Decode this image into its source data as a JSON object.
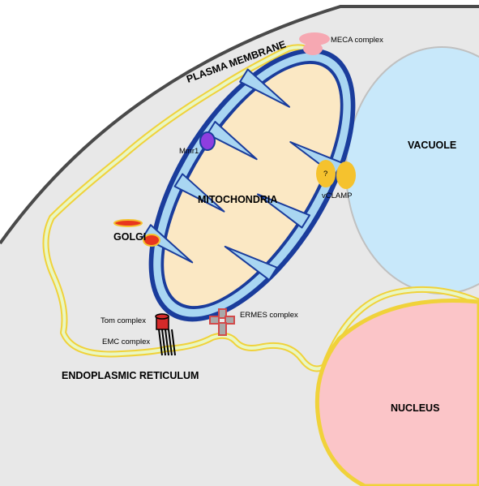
{
  "labels": {
    "plasma_membrane": "PLASMA MEMBRANE",
    "meca_complex": "MECA complex",
    "vacuole": "VACUOLE",
    "mmr1": "Mmr1",
    "mitochondria": "MITOCHONDRIA",
    "vclamp": "vCLAMP",
    "vclamp_question": "?",
    "golgi": "GOLGI",
    "tom_complex": "Tom complex",
    "ermes_complex": "ERMES complex",
    "emc_complex": "EMC complex",
    "endoplasmic_reticulum": "ENDOPLASMIC RETICULUM",
    "nucleus": "NUCLEUS"
  },
  "colors": {
    "cell_interior": "#e8e8e8",
    "plasma_membrane": "#4a4a4a",
    "er_fill": "#e9f7c4",
    "er_outline": "#f0d23a",
    "mito_outer": "#1a3c9c",
    "mito_inner": "#a9d6f2",
    "mito_matrix": "#fbe8c4",
    "vacuole": "#c8e8fa",
    "nucleus": "#fbc5c8",
    "meca": "#f6a8b2",
    "mmr1": "#8e3ee0",
    "vclamp": "#f5c22e",
    "golgi": "#e8361e",
    "tom": "#d42a2a",
    "ermes": "#d24a4a"
  }
}
